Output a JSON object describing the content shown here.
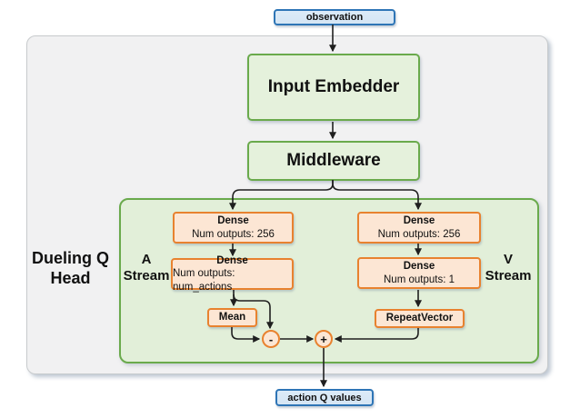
{
  "colors": {
    "blue_border": "#2e75b6",
    "blue_fill": "#d5e5f4",
    "green_border": "#6aaa4c",
    "green_fill": "#e5f1dc",
    "green_container_fill": "#e2efd9",
    "orange_border": "#e8822f",
    "orange_fill": "#fce6d4",
    "gray_fill": "#f1f1f2",
    "gray_border": "#c8cbcd",
    "arrow": "#1f1f1f"
  },
  "nodes": {
    "observation": "observation",
    "input_embedder": "Input Embedder",
    "middleware": "Middleware",
    "mean": "Mean",
    "repeat_vector": "RepeatVector",
    "minus": "-",
    "plus": "+",
    "action_q_values": "action Q values"
  },
  "dense": {
    "a1": {
      "title": "Dense",
      "outputs": "Num outputs: 256"
    },
    "a2": {
      "title": "Dense",
      "outputs": "Num outputs: num_actions"
    },
    "v1": {
      "title": "Dense",
      "outputs": "Num outputs: 256"
    },
    "v2": {
      "title": "Dense",
      "outputs": "Num outputs: 1"
    }
  },
  "labels": {
    "dueling_head_line1": "Dueling Q",
    "dueling_head_line2": "Head",
    "a_stream_line1": "A",
    "a_stream_line2": "Stream",
    "v_stream_line1": "V",
    "v_stream_line2": "Stream"
  }
}
